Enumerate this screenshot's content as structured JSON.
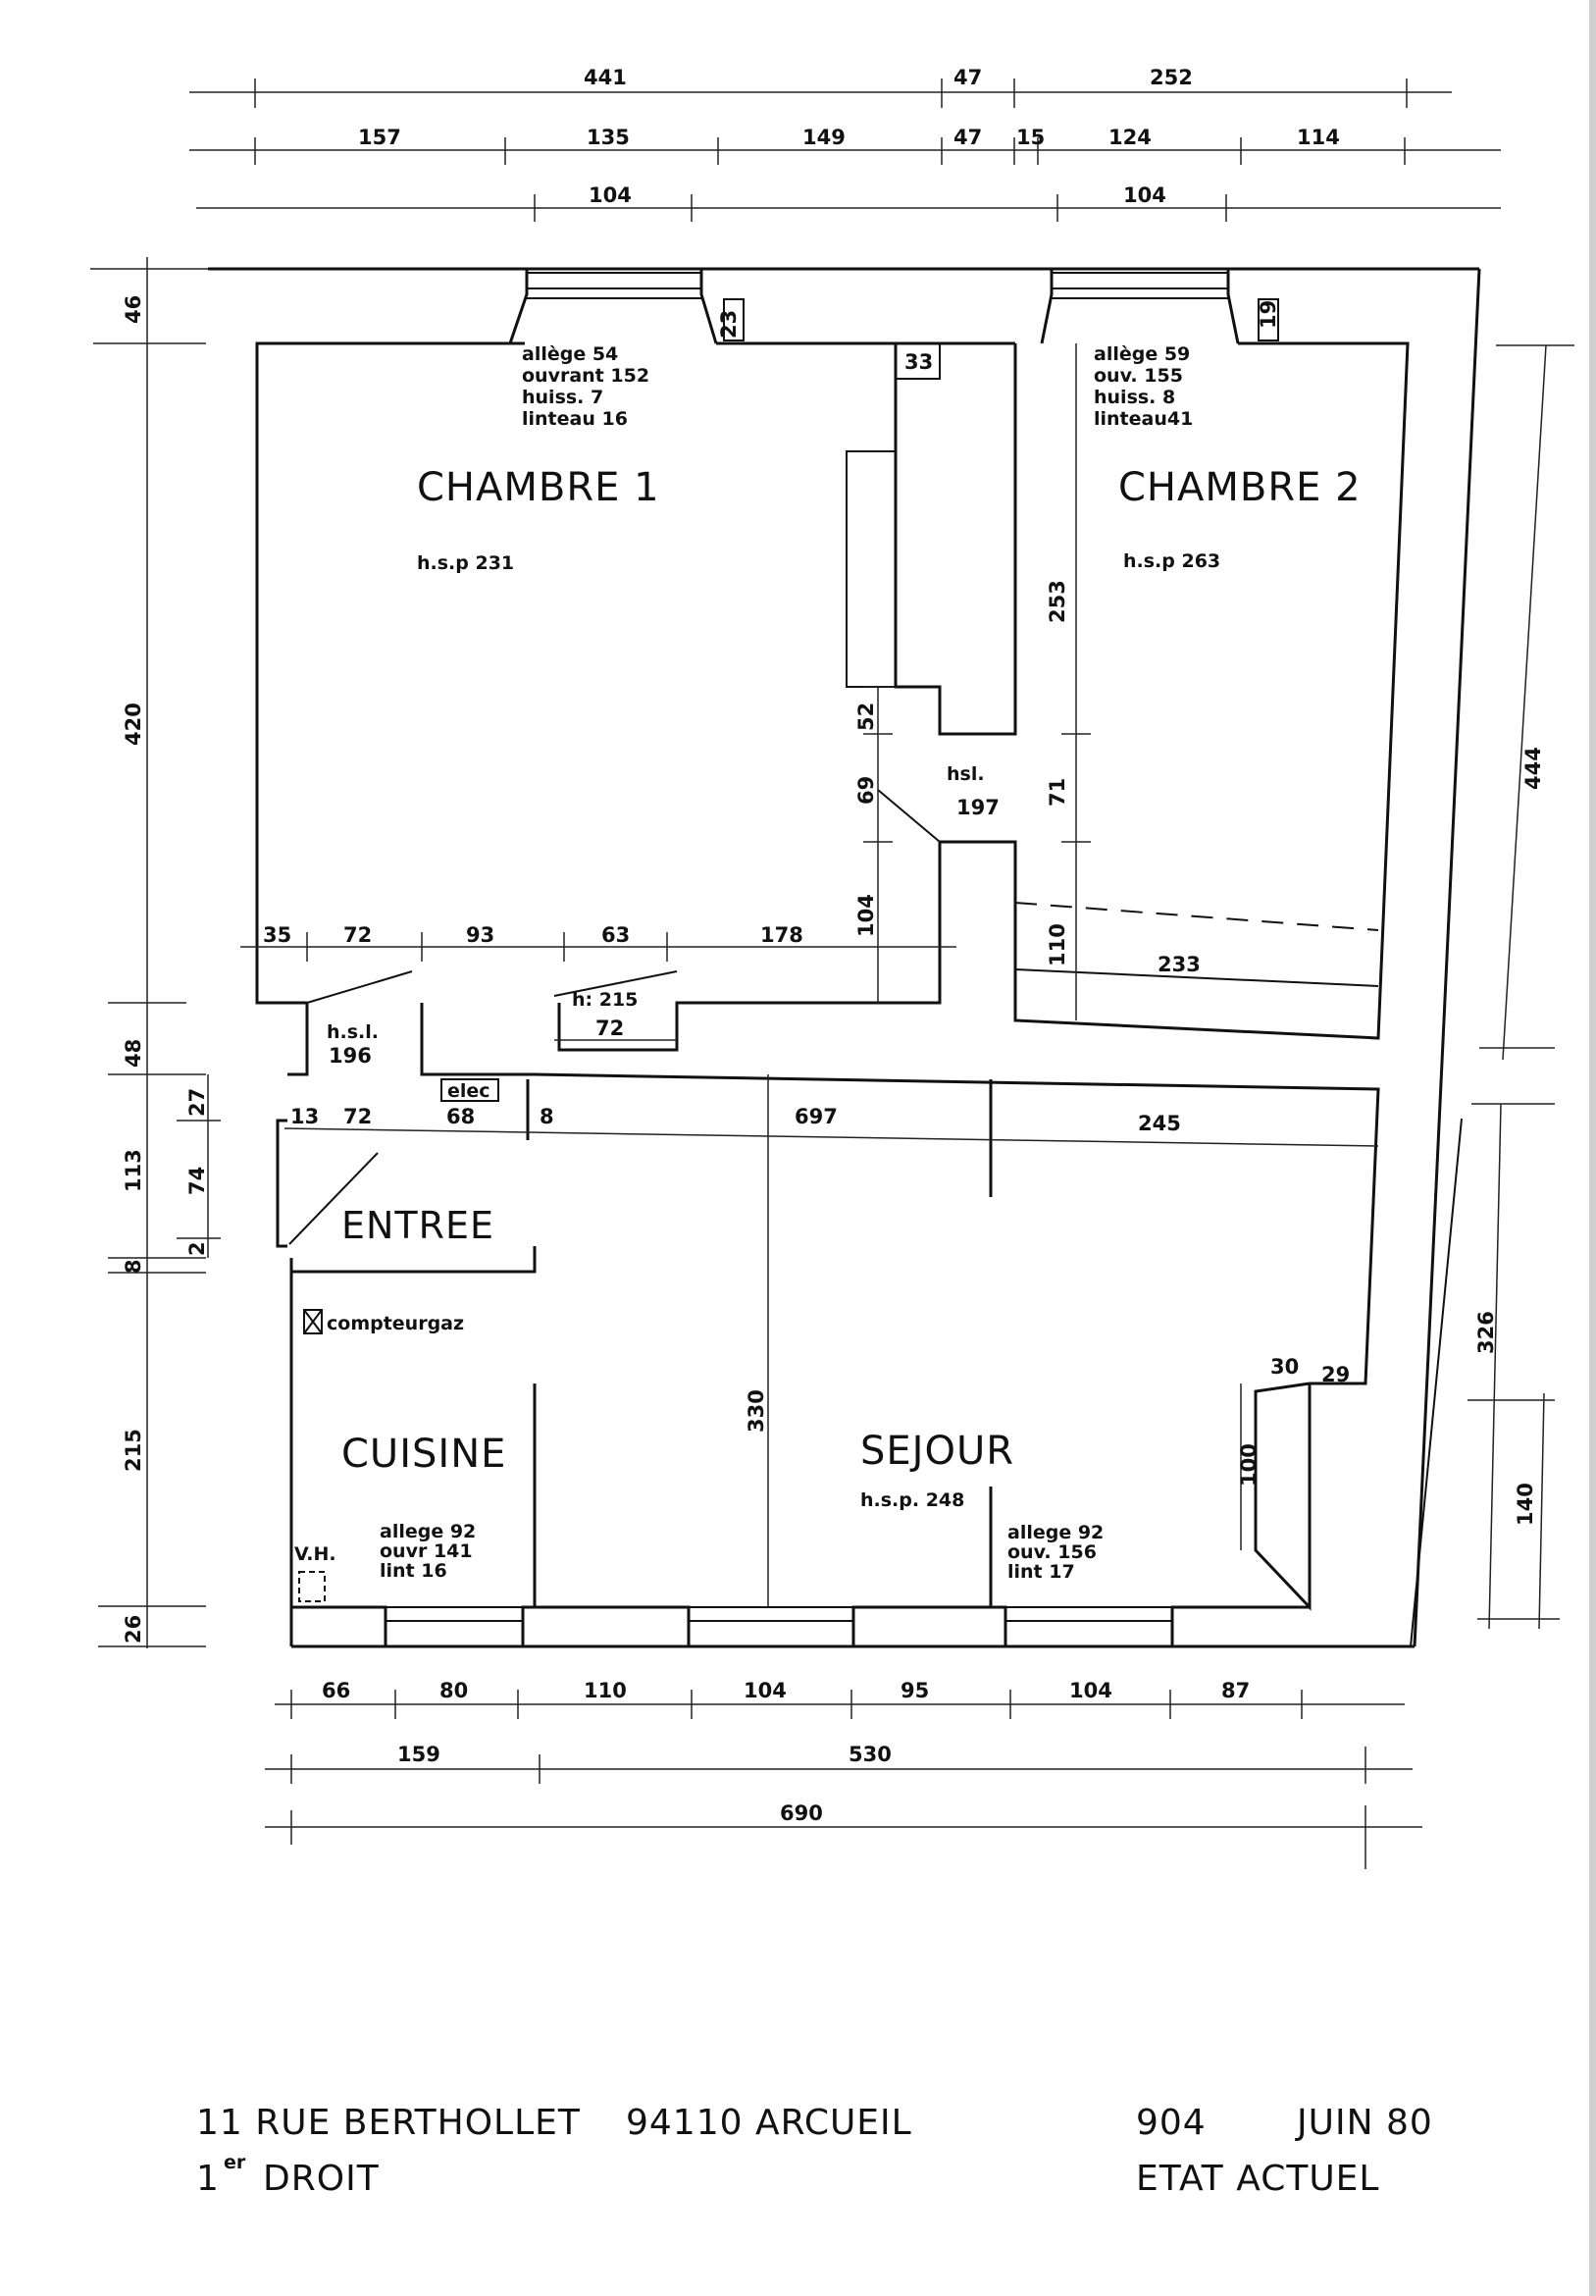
{
  "top_dims": {
    "row1": [
      "441",
      "47",
      "252"
    ],
    "row2": [
      "157",
      "135",
      "149",
      "47",
      "15",
      "124",
      "114"
    ],
    "row3": [
      "104",
      "104"
    ]
  },
  "left_dims": [
    "46",
    "420",
    "48",
    "113",
    "27",
    "74",
    "2",
    "8",
    "215",
    "26"
  ],
  "right_dims": [
    "444",
    "326",
    "140"
  ],
  "bottom_dims": {
    "row1": [
      "66",
      "80",
      "110",
      "104",
      "95",
      "104",
      "87"
    ],
    "row2": [
      "159",
      "530"
    ],
    "row3": [
      "690"
    ]
  },
  "rooms": {
    "chambre1": {
      "name": "CHAMBRE 1",
      "hsp": "h.s.p 231"
    },
    "chambre2": {
      "name": "CHAMBRE 2",
      "hsp": "h.s.p 263"
    },
    "entree": {
      "name": "ENTREE"
    },
    "cuisine": {
      "name": "CUISINE"
    },
    "sejour": {
      "name": "SEJOUR",
      "hsp": "h.s.p. 248"
    }
  },
  "window_notes": {
    "ch1": [
      "allège 54",
      "ouvrant 152",
      "huiss. 7",
      "linteau 16"
    ],
    "ch2": [
      "allège 59",
      "ouv. 155",
      "huiss. 8",
      "linteau41"
    ],
    "cuisine": [
      "allege 92",
      "ouvr 141",
      "lint 16"
    ],
    "sejour": [
      "allege 92",
      "ouv. 156",
      "lint 17"
    ]
  },
  "interior_labels": {
    "w23": "23",
    "w19": "19",
    "w33": "33",
    "d253": "253",
    "d52": "52",
    "d69": "69",
    "d71": "71",
    "d104": "104",
    "d110": "110",
    "d233": "233",
    "hsl_a": "hsl.",
    "hsl_b": "197",
    "row_35": "35",
    "row_72": "72",
    "row_93": "93",
    "row_63": "63",
    "row_178": "178",
    "h215": "h: 215",
    "d72b": "72",
    "hsl2_a": "h.s.l.",
    "hsl2_b": "196",
    "d13": "13",
    "d72c": "72",
    "d68": "68",
    "d8": "8",
    "d697": "697",
    "d245": "245",
    "elec": "elec",
    "gaz": "compteurgaz",
    "vh": "V.H.",
    "d330": "330",
    "d30": "30",
    "d29": "29",
    "d100": "100"
  },
  "footer": {
    "address": "11 RUE BERTHOLLET",
    "floor_num": "1",
    "floor_sup": "er",
    "floor_word": "DROIT",
    "city": "94110 ARCUEIL",
    "ref": "904",
    "date": "JUIN 80",
    "status": "ETAT ACTUEL"
  }
}
